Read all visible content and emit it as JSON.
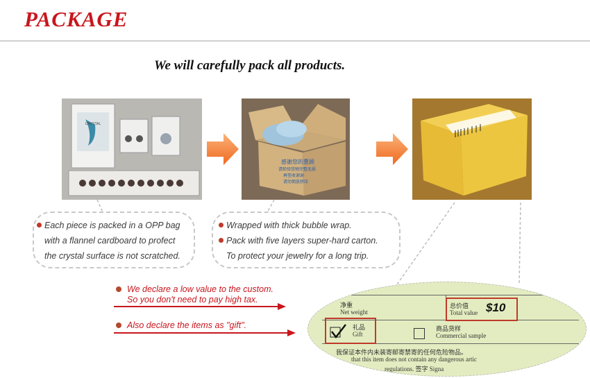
{
  "header": {
    "title": "PACKAGE",
    "subtitle": "We will carefully pack all products."
  },
  "photos": {
    "photo1_label": "CRYSTAL",
    "photo2_lines": [
      "感谢您的惠顾",
      "请检验货物完整无损",
      "再签收谢谢",
      "请勿倒放挤压"
    ]
  },
  "notes": {
    "left": [
      "Each piece is packed in a OPP bag",
      "with a flannel cardboard to profect",
      "the crystal surface is not scratched."
    ],
    "right": [
      "Wrapped with thick bubble wrap.",
      "Pack with five layers super-hard carton.",
      "To protect your jewelry for a long trip."
    ]
  },
  "declare": {
    "line1": "We declare a low value to the custom.",
    "line2": "So you don't need to pay high tax.",
    "line3": "Also declare the items as \"gift\"."
  },
  "customs_form": {
    "net_weight_cn": "净重",
    "net_weight_en": "Net weight",
    "total_value_cn": "总价值",
    "total_value_en": "Total value",
    "total_value_amount": "$10",
    "gift_cn": "礼品",
    "gift_en": "Gift",
    "commercial_cn": "商品货样",
    "commercial_en": "Commercial sample",
    "footer_cn": "我保证本件内未装寄邮寄禁寄的任何危险物品。",
    "footer_en1": "that this item does not contain any dangerous artic",
    "footer_en2": "regulations. 签字 Signa"
  },
  "colors": {
    "title_red": "#c8161d",
    "arrow_orange": "#f7863a",
    "form_green": "#e3ecc0",
    "highlight_red": "#c0392b"
  }
}
